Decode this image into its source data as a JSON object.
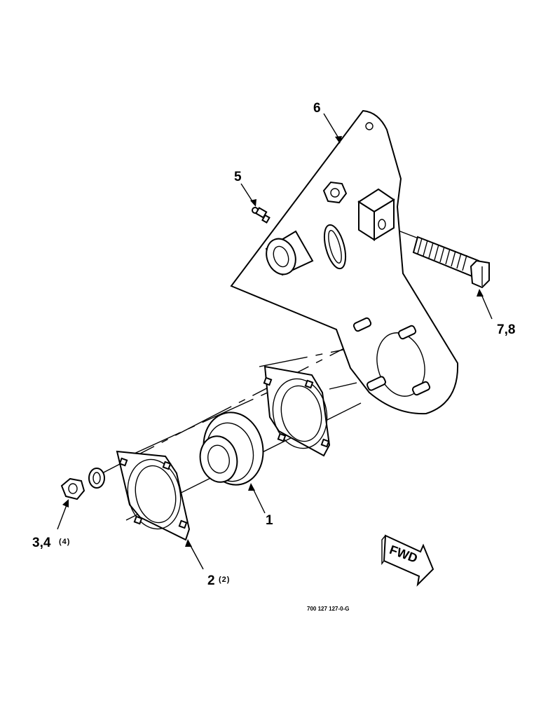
{
  "callouts": {
    "c1": "1",
    "c2": "2",
    "c2_qty": "(2)",
    "c34": "3,4",
    "c34_qty": "(4)",
    "c5": "5",
    "c6": "6",
    "c78": "7,8"
  },
  "direction_label": "FWD",
  "drawing_number": "700 127 127-0-G"
}
